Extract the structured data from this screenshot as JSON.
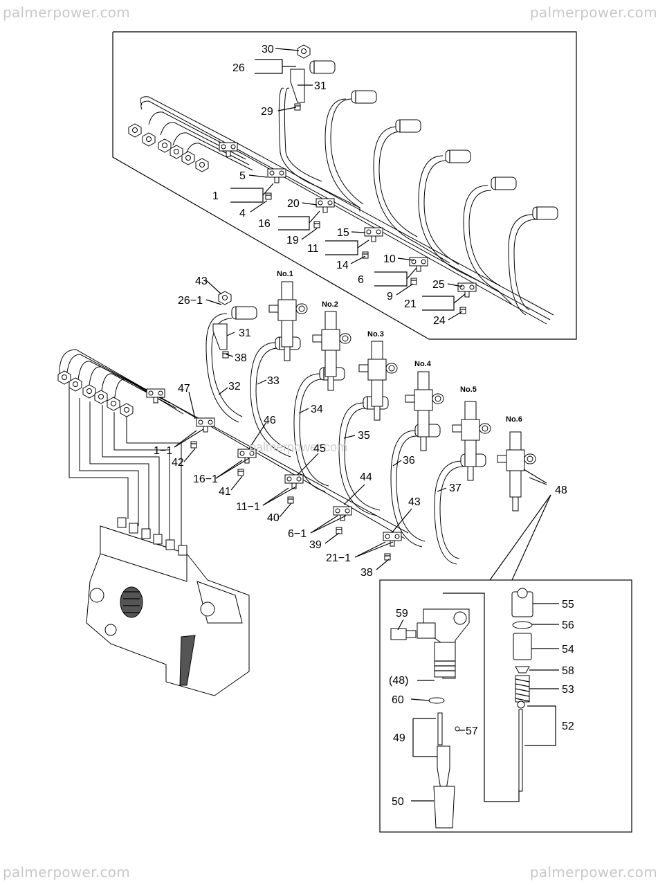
{
  "watermark": {
    "top_left": "palmerpower.com",
    "top_right": "palmerpower.com",
    "bottom_left": "palmerpower.com",
    "bottom_right": "palmerpower.com",
    "center": "palmerpower.com"
  },
  "cylinders": [
    "No.1",
    "No.2",
    "No.3",
    "No.4",
    "No.5",
    "No.6"
  ],
  "callouts": {
    "c30": "30",
    "c26": "26",
    "c31a": "31",
    "c29": "29",
    "c5": "5",
    "c1": "1",
    "c4": "4",
    "c20": "20",
    "c16": "16",
    "c19": "19",
    "c15": "15",
    "c11": "11",
    "c14": "14",
    "c10": "10",
    "c6": "6",
    "c9": "9",
    "c25": "25",
    "c21": "21",
    "c24": "24",
    "c43a": "43",
    "c26_1": "26−1",
    "c31b": "31",
    "c38a": "38",
    "c47": "47",
    "c32": "32",
    "c33": "33",
    "c34": "34",
    "c46": "46",
    "c1_1": "1−1",
    "c42": "42",
    "c35": "35",
    "c45": "45",
    "c16_1": "16−1",
    "c41": "41",
    "c36": "36",
    "c44": "44",
    "c11_1": "11−1",
    "c40": "40",
    "c37": "37",
    "c43b": "43",
    "c48": "48",
    "c6_1": "6−1",
    "c39": "39",
    "c21_1": "21−1",
    "c38b": "38",
    "c55": "55",
    "c56": "56",
    "c54": "54",
    "c58": "58",
    "c53": "53",
    "c52": "52",
    "c59": "59",
    "c48p": "(48)",
    "c60": "60",
    "c57": "57",
    "c49": "49",
    "c50": "50"
  }
}
